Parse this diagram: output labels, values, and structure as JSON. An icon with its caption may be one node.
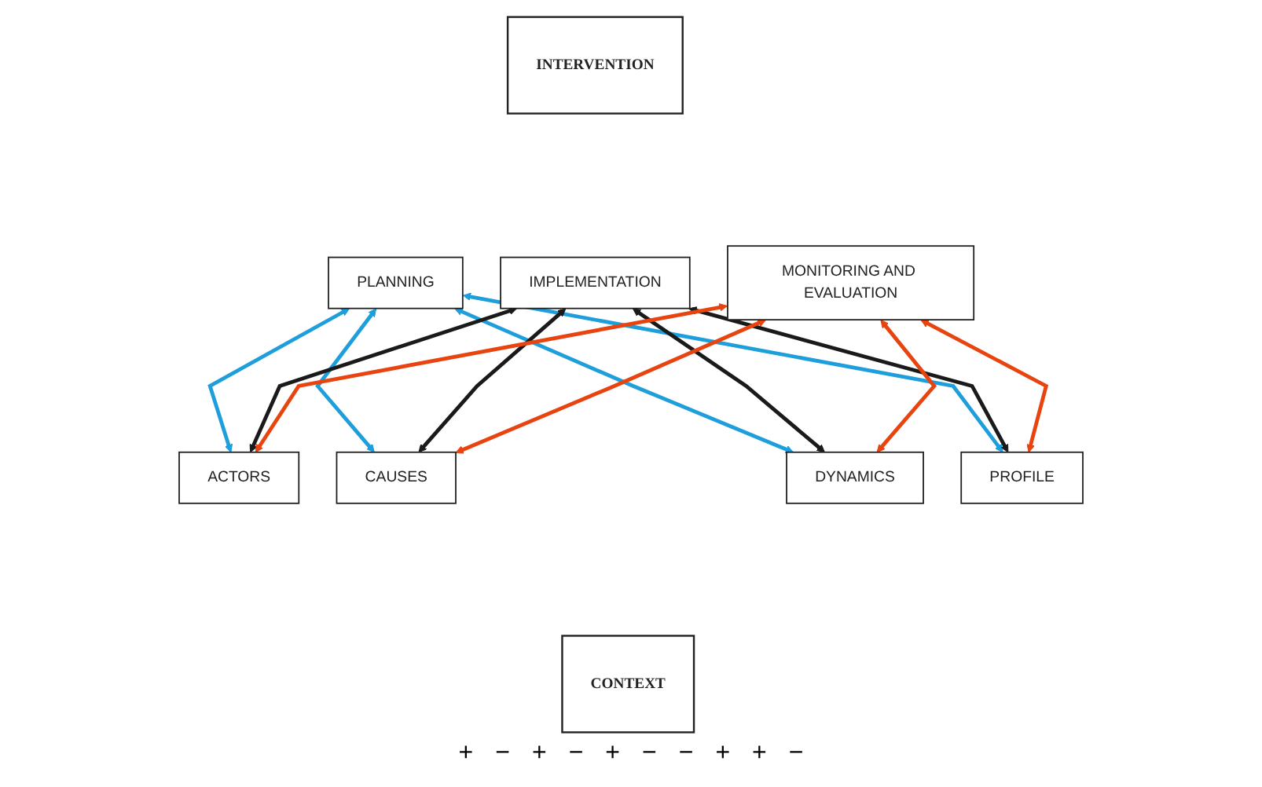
{
  "diagram": {
    "nodes": [
      {
        "text": [
          "INTERVENTION"
        ]
      },
      {
        "text": [
          "PLANNING"
        ]
      },
      {
        "text": [
          "IMPLEMENTATION"
        ]
      },
      {
        "text": [
          "MONITORING AND EVALUATION"
        ]
      },
      {
        "text": [
          "ACTORS"
        ]
      },
      {
        "text": [
          "CAUSES"
        ]
      },
      {
        "text": [
          "DYNAMICS"
        ]
      },
      {
        "text": [
          "PROFILE"
        ]
      },
      {
        "text": [
          "CONTEXT"
        ]
      }
    ],
    "edges": [
      {
        "from": 1,
        "to": 4,
        "arrow": "both",
        "color": "#1e9fdc"
      },
      {
        "from": 1,
        "to": 5,
        "arrow": "both",
        "color": "#1e9fdc"
      },
      {
        "from": 1,
        "to": 6,
        "arrow": "both",
        "color": "#1e9fdc"
      },
      {
        "from": 1,
        "to": 7,
        "arrow": "both",
        "color": "#1e9fdc"
      },
      {
        "from": 2,
        "to": 4,
        "arrow": "both",
        "color": "#1a1a1a"
      },
      {
        "from": 2,
        "to": 5,
        "arrow": "both",
        "color": "#1a1a1a"
      },
      {
        "from": 2,
        "to": 6,
        "arrow": "both",
        "color": "#1a1a1a"
      },
      {
        "from": 2,
        "to": 7,
        "arrow": "both",
        "color": "#1a1a1a"
      },
      {
        "from": 3,
        "to": 4,
        "arrow": "both",
        "color": "#e8440f"
      },
      {
        "from": 3,
        "to": 5,
        "arrow": "both",
        "color": "#e8440f"
      },
      {
        "from": 3,
        "to": 6,
        "arrow": "both",
        "color": "#e8440f"
      },
      {
        "from": 3,
        "to": 7,
        "arrow": "both",
        "color": "#e8440f"
      }
    ],
    "labels": [
      "+",
      "−",
      "+",
      "−",
      "+",
      "−",
      "−",
      "+",
      "+",
      "−"
    ]
  }
}
